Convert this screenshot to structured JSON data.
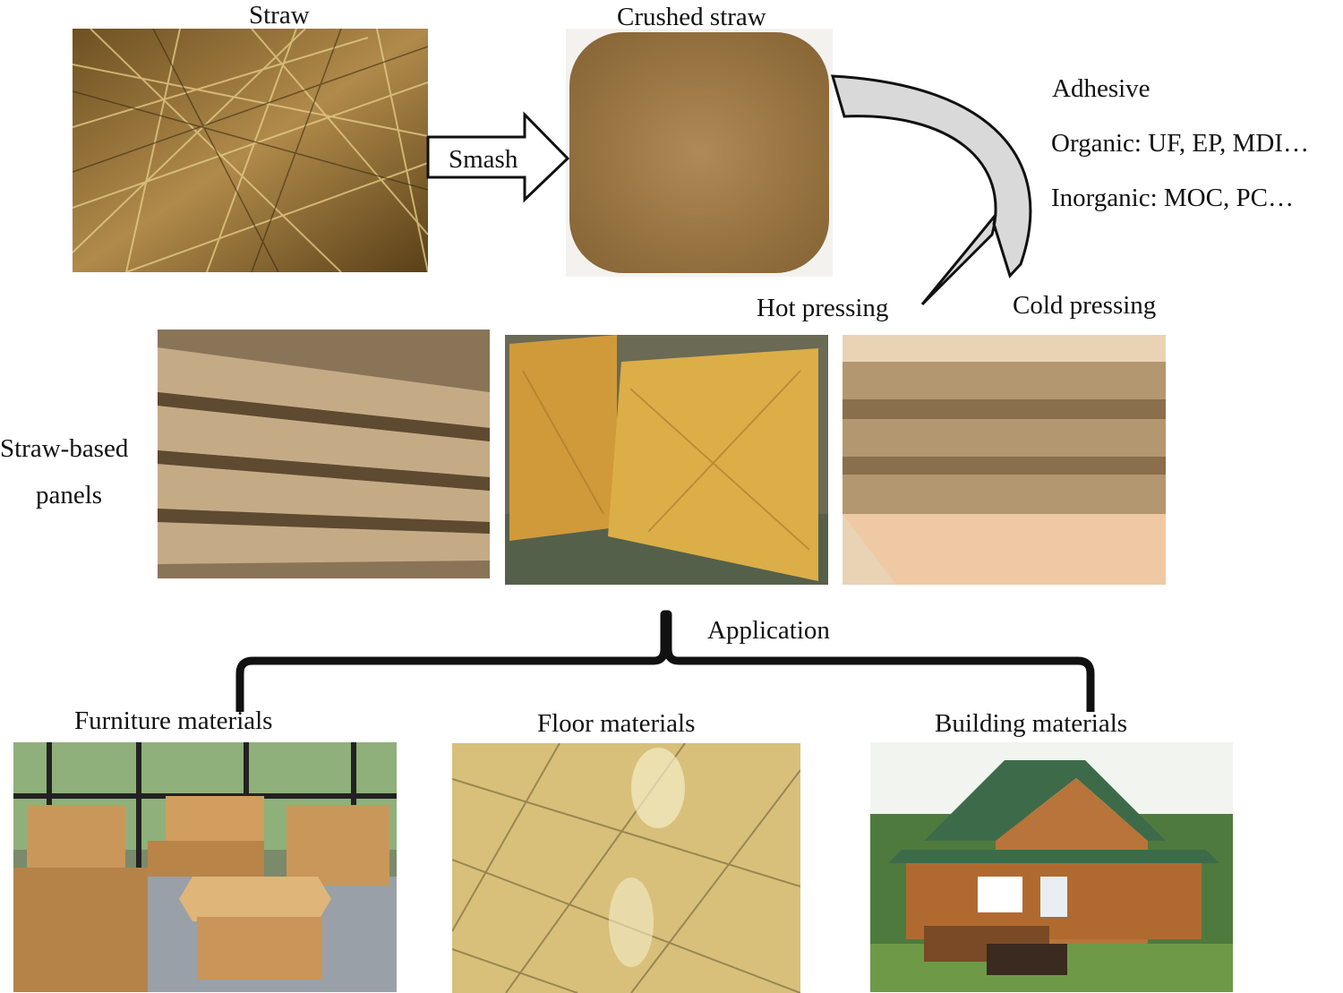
{
  "labels": {
    "straw": "Straw",
    "crushed_straw": "Crushed straw",
    "smash": "Smash",
    "adhesive": "Adhesive",
    "organic": "Organic: UF, EP, MDI…",
    "inorganic": "Inorganic: MOC, PC…",
    "hot_pressing": "Hot pressing",
    "cold_pressing": "Cold pressing",
    "straw_based_line1": "Straw-based",
    "straw_based_line2": "panels",
    "application": "Application",
    "furniture": "Furniture materials",
    "floor": "Floor materials",
    "building": "Building materials"
  },
  "colors": {
    "straw": "#b08a4a",
    "crushed": "#a07a48",
    "panel": "#c9a16a",
    "osb": "#d4a040",
    "floor": "#d8c07a",
    "wood_house": "#b8743a",
    "roof": "#3d6b4a",
    "arrow_fill": "#d9d9d9"
  }
}
